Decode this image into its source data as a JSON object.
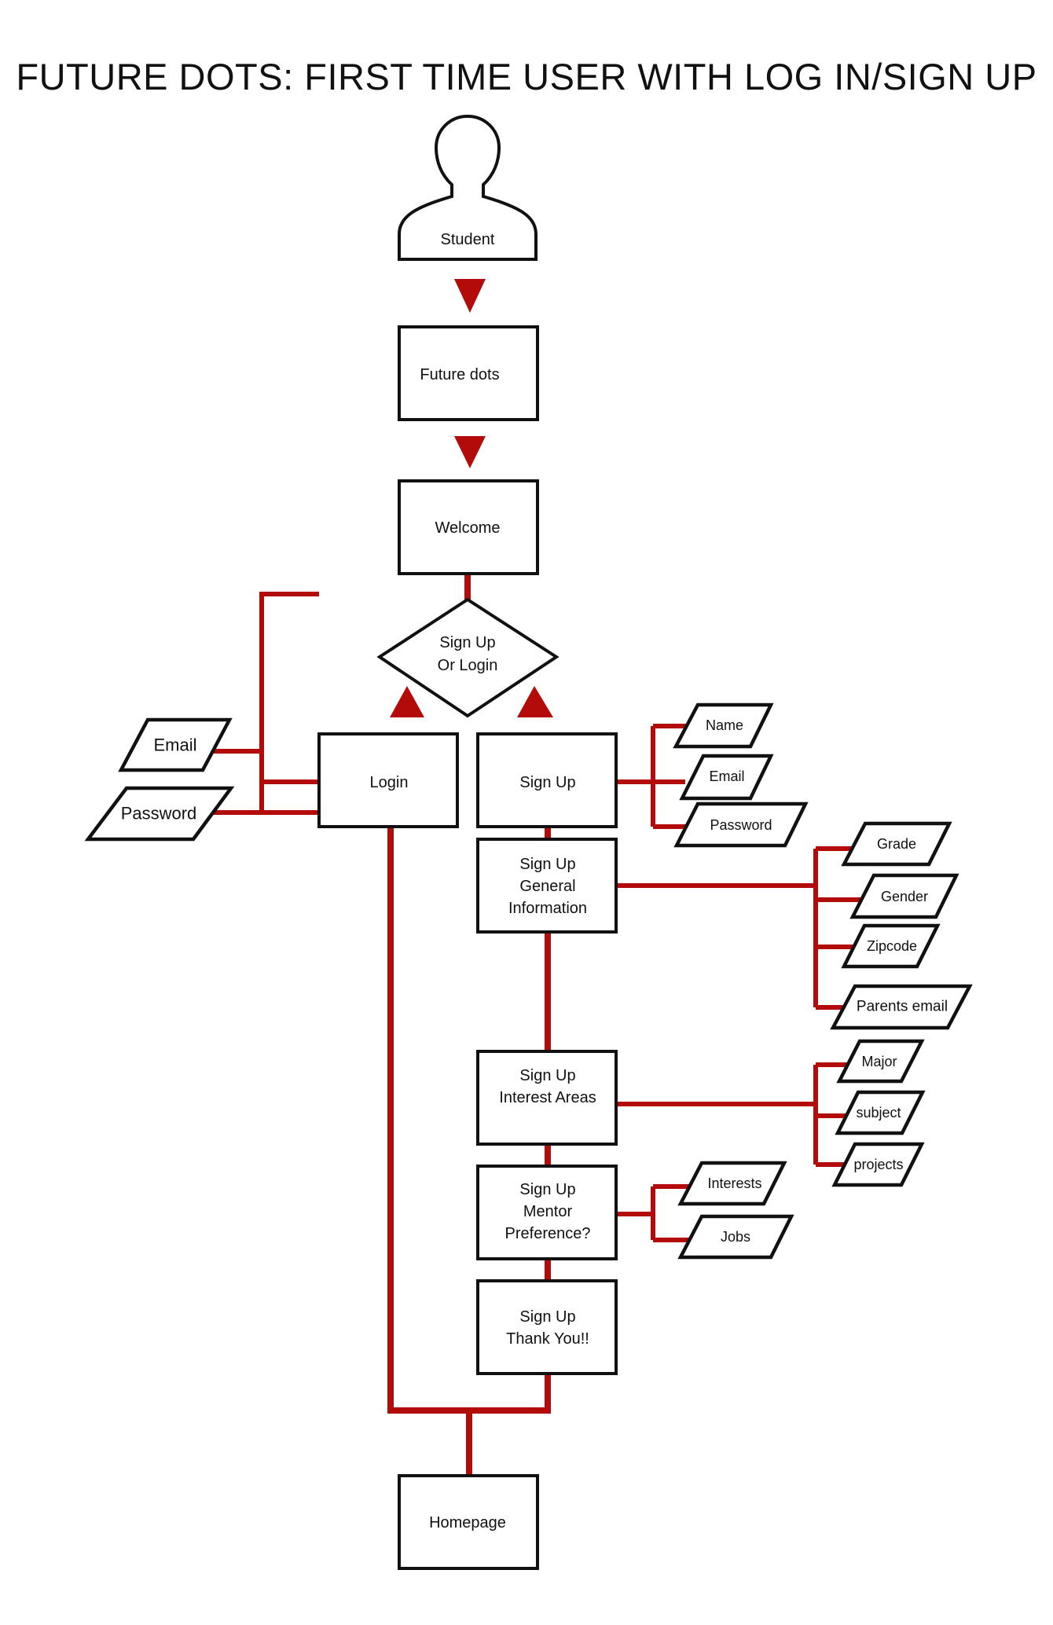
{
  "title": "FUTURE DOTS: FIRST TIME USER WITH LOG IN/SIGN UP",
  "nodes": {
    "student": "Student",
    "future_dots": "Future dots",
    "welcome": "Welcome",
    "decision": [
      "Sign Up",
      "Or Login"
    ],
    "login": "Login",
    "signup": "Sign Up",
    "general": [
      "Sign Up",
      "General",
      "Information"
    ],
    "interest": [
      "Sign Up",
      "Interest Areas"
    ],
    "mentor": [
      "Sign Up",
      "Mentor",
      "Preference?"
    ],
    "thankyou": [
      "Sign Up",
      "Thank You!!"
    ],
    "homepage": "Homepage"
  },
  "inputs": {
    "login": [
      "Email",
      "Password"
    ],
    "signup": [
      "Name",
      "Email",
      "Password"
    ],
    "general": [
      "Grade",
      "Gender",
      "Zipcode",
      "Parents email"
    ],
    "interest": [
      "Major",
      "subject",
      "projects"
    ],
    "mentor": [
      "Interests",
      "Jobs"
    ]
  },
  "colors": {
    "connector": "#b30a0a",
    "outline": "#111111"
  }
}
